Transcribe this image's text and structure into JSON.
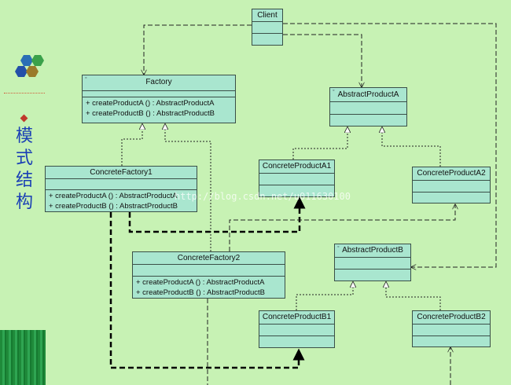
{
  "side_title": [
    "模",
    "式",
    "结",
    "构"
  ],
  "watermark": "http://blog.csdn.net/u011630100",
  "classes": {
    "client": {
      "name": "Client"
    },
    "factory": {
      "name": "Factory",
      "ops": [
        "+ createProductA () : AbstractProductA",
        "+ createProductB () : AbstractProductB"
      ]
    },
    "concrete_factory1": {
      "name": "ConcreteFactory1",
      "ops": [
        "+ createProductA () : AbstractProductA",
        "+ createProductB () : AbstractProductB"
      ]
    },
    "concrete_factory2": {
      "name": "ConcreteFactory2",
      "ops": [
        "+ createProductA () : AbstractProductA",
        "+ createProductB () : AbstractProductB"
      ]
    },
    "abstract_product_a": {
      "name": "AbstractProductA"
    },
    "concrete_product_a1": {
      "name": "ConcreteProductA1"
    },
    "concrete_product_a2": {
      "name": "ConcreteProductA2"
    },
    "abstract_product_b": {
      "name": "AbstractProductB"
    },
    "concrete_product_b1": {
      "name": "ConcreteProductB1"
    },
    "concrete_product_b2": {
      "name": "ConcreteProductB2"
    }
  },
  "colors": {
    "background": "#c7f2b4",
    "class_fill": "#a9e6cf",
    "title_text": "#1a3fb5"
  },
  "icons": [
    "hexagon-logo-icon",
    "diamond-bullet-icon"
  ]
}
